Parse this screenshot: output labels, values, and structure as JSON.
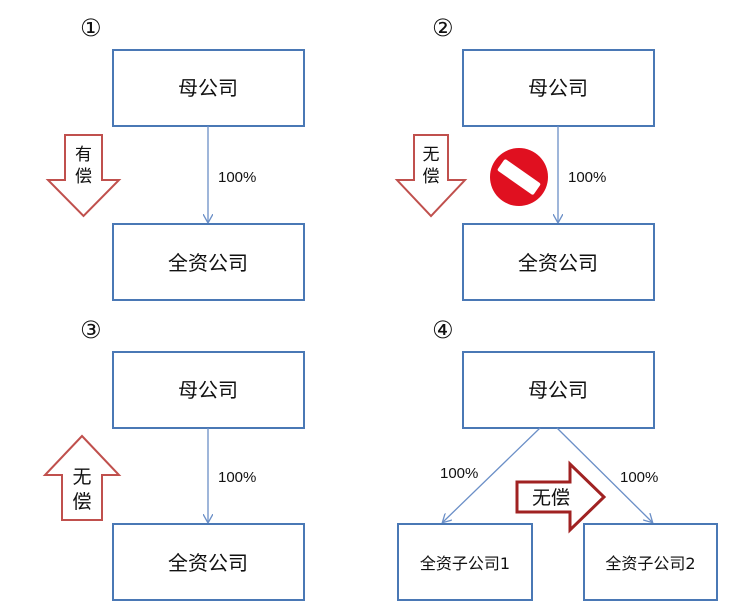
{
  "colors": {
    "box_stroke": "#4a78b5",
    "line": "#6b8fc7",
    "arrow_outline": "#c0504d",
    "arrow_bold": "#a02222",
    "prohibit": "#e01020"
  },
  "panels": [
    {
      "number": "①",
      "parent": "母公司",
      "child": "全资公司",
      "percent": "100%",
      "arrow_label_1": "有",
      "arrow_label_2": "偿"
    },
    {
      "number": "②",
      "parent": "母公司",
      "child": "全资公司",
      "percent": "100%",
      "arrow_label_1": "无",
      "arrow_label_2": "偿",
      "prohibit_icon": "prohibited-icon"
    },
    {
      "number": "③",
      "parent": "母公司",
      "child": "全资公司",
      "percent": "100%",
      "arrow_label_1": "无",
      "arrow_label_2": "偿"
    },
    {
      "number": "④",
      "parent": "母公司",
      "child_1": "全资子公司1",
      "child_2": "全资子公司2",
      "percent_left": "100%",
      "percent_right": "100%",
      "arrow_label": "无偿"
    }
  ]
}
